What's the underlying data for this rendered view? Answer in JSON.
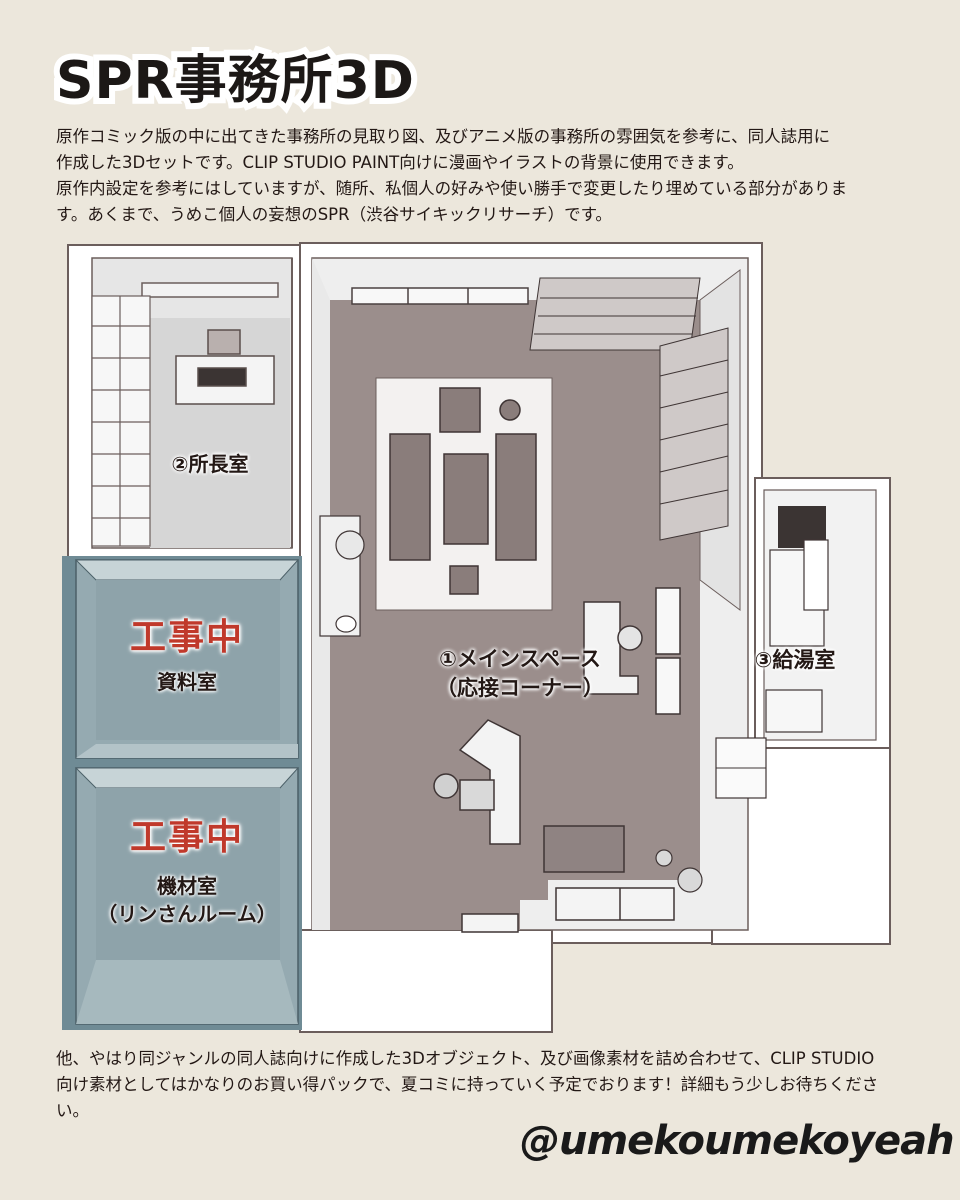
{
  "title": "SPR事務所3D",
  "intro": "原作コミック版の中に出てきた事務所の見取り図、及びアニメ版の事務所の雰囲気を参考に、同人誌用に\n作成した3Dセットです。CLIP STUDIO PAINT向けに漫画やイラストの背景に使用できます。\n原作内設定を参考にはしていますが、随所、私個人の好みや使い勝手で変更したり埋めている部分がありま\nす。あくまで、うめこ個人の妄想のSPR（渋谷サイキックリサーチ）です。",
  "rooms": {
    "director": "②所長室",
    "main": "①メインスペース",
    "main_sub": "（応接コーナー）",
    "kitchen": "③給湯室",
    "archive_status": "工事中",
    "archive": "資料室",
    "equipment_status": "工事中",
    "equipment": "機材室",
    "equipment_sub": "（リンさんルーム）"
  },
  "outro": "他、やはり同ジャンルの同人誌向けに作成した3Dオブジェクト、及び画像素材を詰め合わせて、CLIP STUDIO\n向け素材としてはかなりのお買い得パックで、夏コミに持っていく予定でおります！詳細もう少しお待ちくださ\nい。",
  "signature": "@umekoumekoyeah",
  "colors": {
    "background": "#ece7dc",
    "floor_main": "#9b8e8c",
    "floor_director": "#d9d9d9",
    "floor_construction": "#8fa3a9",
    "wall": "#ffffff",
    "construction_text": "#c0392b"
  }
}
